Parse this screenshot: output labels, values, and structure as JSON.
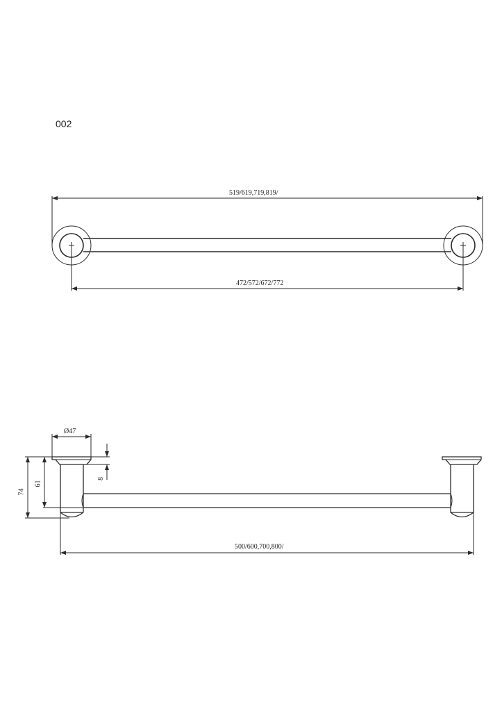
{
  "drawing": {
    "code": "002",
    "top_view": {
      "overall_length_label": "519/619,719,819/",
      "center_distance_label": "472/572/672/772"
    },
    "side_view": {
      "base_diameter_label": "Ø47",
      "flange_thickness_label": "8",
      "inner_height_label": "61",
      "overall_height_label": "74",
      "projection_length_label": "500/600,700,800/"
    }
  },
  "colors": {
    "line": "#2a2a2a",
    "background": "#ffffff"
  }
}
